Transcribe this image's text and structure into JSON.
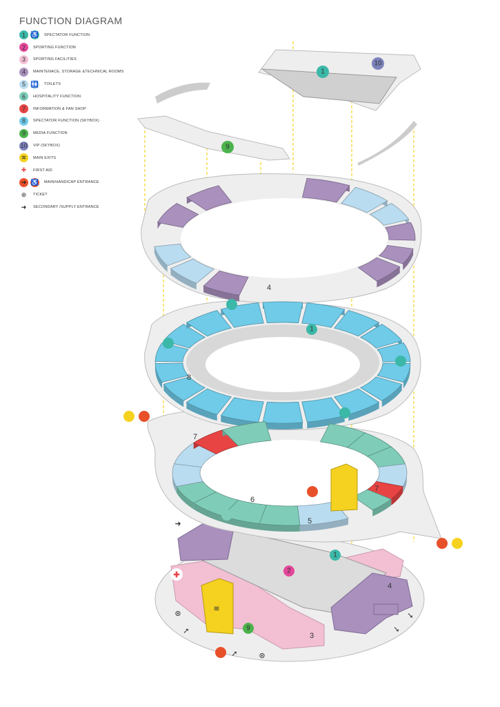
{
  "title": "FUNCTION DIAGRAM",
  "colors": {
    "c1": "#3bb8a8",
    "c2": "#e4479a",
    "c3": "#f2bfd3",
    "c4": "#a990bd",
    "c5": "#b9dcf0",
    "c6": "#7fcdb8",
    "c7": "#e84444",
    "c8": "#6fcbe8",
    "c9": "#4cb34c",
    "c10": "#7c82bb",
    "yellow": "#f5d21f",
    "orange": "#e8502a",
    "platform": "#eeeeee"
  },
  "legend": [
    {
      "num": "1",
      "color": "#3bb8a8",
      "icon": "wheelchair-icon",
      "label": "SPECTATOR FUNCTION"
    },
    {
      "num": "2",
      "color": "#e4479a",
      "label": "SPORTING FUNCTION"
    },
    {
      "num": "3",
      "color": "#f2bfd3",
      "label": "SPORTING FACILITIES"
    },
    {
      "num": "4",
      "color": "#a990bd",
      "label": "MAINTENACE, STORAGE &TECHNICAL ROOMS"
    },
    {
      "num": "5",
      "color": "#b9dcf0",
      "icon": "toilets-icon",
      "label": "TOILETS"
    },
    {
      "num": "6",
      "color": "#7fcdb8",
      "label": "HOSPITALITY FUNCTION"
    },
    {
      "num": "7",
      "color": "#e84444",
      "label": "INFORMATION & FAN SHOP"
    },
    {
      "num": "8",
      "color": "#6fcbe8",
      "label": "SPECTATOR FUNCTION (SKYBOX)"
    },
    {
      "num": "9",
      "color": "#4cb34c",
      "label": "MEDIA FUNCTION"
    },
    {
      "num": "10",
      "color": "#7c82bb",
      "label": "VIP (SKYBOX)"
    },
    {
      "icon": "exit-stairs-icon",
      "label": "MAIN EXITS"
    },
    {
      "icon": "first-aid-icon",
      "label": "FIRST AID"
    },
    {
      "icon": "entrance-arrow-icon",
      "icon2": "handicap-entrance-icon",
      "label": "MAIN/HANDICAP ENTRANCE"
    },
    {
      "icon": "ticket-icon",
      "label": "TICKET"
    },
    {
      "icon": "secondary-entrance-arrow-icon",
      "label": "SECONDARY /SUPPLY ENTRANCE"
    }
  ],
  "diagram": {
    "roof": {
      "tribune": "1",
      "vip": "10",
      "media": "9"
    },
    "level4": {
      "maintenance": "4"
    },
    "level3": {
      "spectator": "1",
      "skybox": "8"
    },
    "level2": {
      "info_left": "7",
      "info_right": "7",
      "hospitality": "6",
      "toilets": "5"
    },
    "level1": {
      "tribune": "1",
      "pitch": "2",
      "facilities": "3",
      "maintenance": "4",
      "media": "9"
    }
  }
}
